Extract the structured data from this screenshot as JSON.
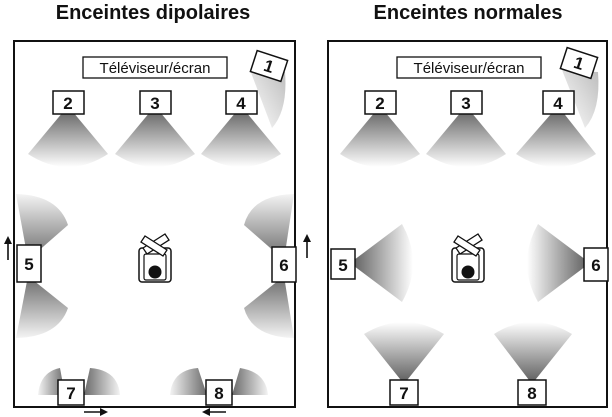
{
  "panels": {
    "dipole": {
      "title": "Enceintes dipolaires",
      "tv_label": "Téléviseur/écran",
      "speakers": [
        "1",
        "2",
        "3",
        "4",
        "5",
        "6",
        "7",
        "8"
      ]
    },
    "normal": {
      "title": "Enceintes normales",
      "tv_label": "Téléviseur/écran",
      "speakers": [
        "1",
        "2",
        "3",
        "4",
        "5",
        "6",
        "7",
        "8"
      ]
    }
  },
  "colors": {
    "outline": "#111111",
    "speaker_fill_dark": "#555555",
    "speaker_fill_light": "#ffffff"
  },
  "icons": [
    "listener-icon",
    "arrow-up-icon",
    "arrow-right-icon",
    "arrow-left-icon"
  ]
}
